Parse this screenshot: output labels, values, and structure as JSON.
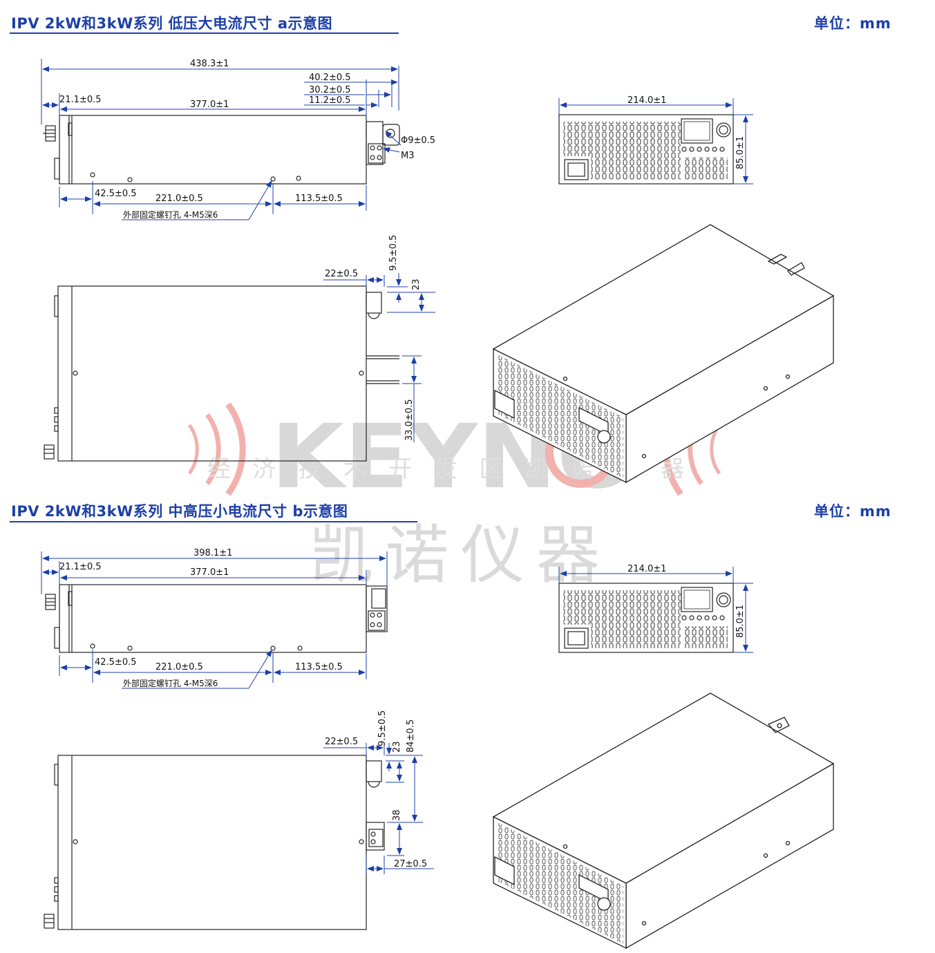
{
  "section_a": {
    "title": "IPV 2kW和3kW系列  低压大电流尺寸  a示意图",
    "unit": "单位：mm",
    "top_view": {
      "overall": "438.3±1",
      "d_40": "40.2±0.5",
      "d_30": "30.2±0.5",
      "d_11": "11.2±0.5",
      "left_21": "21.1±0.5",
      "body_377": "377.0±1",
      "hole_phi": "Φ9±0.5",
      "screw": "M3",
      "b_42": "42.5±0.5",
      "b_221": "221.0±0.5",
      "b_113": "113.5±0.5",
      "mount_note": "外部固定螺钉孔 4-M5深6"
    },
    "front_view": {
      "width": "214.0±1",
      "height": "85.0±1"
    },
    "side_view": {
      "d_22": "22±0.5",
      "d_9": "9.5±0.5",
      "d_23": "23",
      "d_33": "33.0±0.5"
    }
  },
  "section_b": {
    "title": "IPV 2kW和3kW系列  中高压小电流尺寸  b示意图",
    "unit": "单位：mm",
    "top_view": {
      "overall": "398.1±1",
      "left_21": "21.1±0.5",
      "body_377": "377.0±1",
      "b_42": "42.5±0.5",
      "b_221": "221.0±0.5",
      "b_113": "113.5±0.5",
      "mount_note": "外部固定螺钉孔 4-M5深6"
    },
    "front_view": {
      "width": "214.0±1",
      "height": "85.0±1"
    },
    "side_view": {
      "d_22": "22±0.5",
      "d_9": "9.5±0.5",
      "d_23": "23",
      "d_84": "84±0.5",
      "d_38": "38",
      "d_27": "27±0.5"
    }
  },
  "watermark": {
    "brand": "KEYNO",
    "registered": "®",
    "company_cn": "凯诺仪器",
    "slogan": "经济技术开发区凯诺仪器"
  },
  "colors": {
    "title": "#1c3fa8",
    "dimension": "#1c3fa8",
    "outline": "#222222",
    "watermark_red": "#e8736b",
    "watermark_grey": "#b9b9b9"
  }
}
